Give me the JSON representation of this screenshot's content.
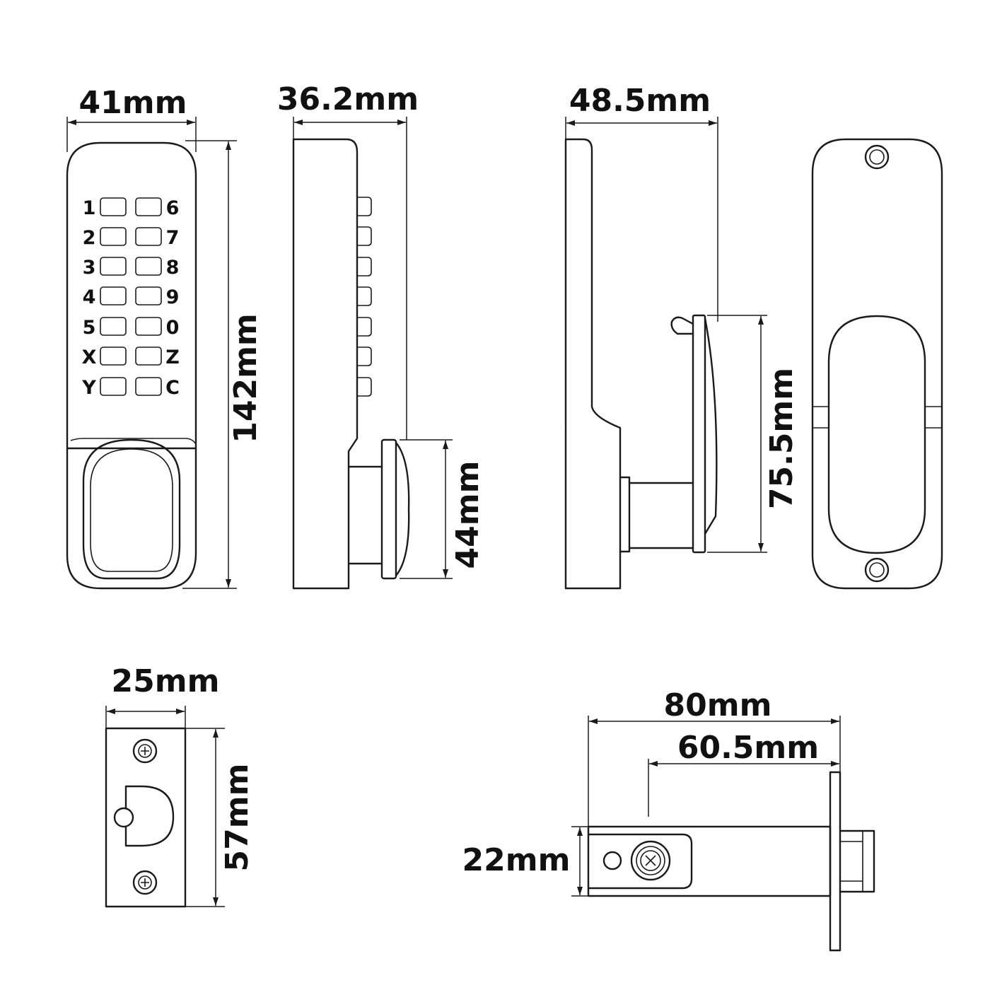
{
  "colors": {
    "line": "#1a1a1a",
    "background": "#ffffff"
  },
  "keypad": {
    "left_column": [
      "1",
      "2",
      "3",
      "4",
      "5",
      "X",
      "Y"
    ],
    "right_column": [
      "6",
      "7",
      "8",
      "9",
      "0",
      "Z",
      "C"
    ]
  },
  "dimensions": {
    "front_width": "41mm",
    "front_height": "142mm",
    "side_depth": "36.2mm",
    "knob_height": "44mm",
    "back_depth": "48.5mm",
    "handle_height": "75.5mm",
    "strike_width": "25mm",
    "strike_height": "57mm",
    "latch_length": "80mm",
    "latch_backset": "60.5mm",
    "latch_height": "22mm"
  }
}
